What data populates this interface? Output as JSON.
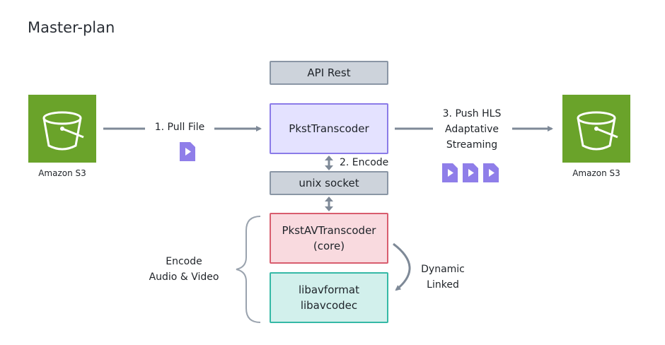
{
  "title": "Master-plan",
  "nodes": {
    "api_rest": "API Rest",
    "pkst_transcoder": "PkstTranscoder",
    "unix_socket": "unix socket",
    "pkst_av_transcoder": "PkstAVTranscoder\n(core)",
    "libav": "libavformat\nlibavcodec"
  },
  "s3_left_label": "Amazon S3",
  "s3_right_label": "Amazon S3",
  "labels": {
    "pull_file": "1.  Pull File",
    "encode": "2.  Encode",
    "push_hls": "3.  Push HLS\nAdaptative\nStreaming",
    "encode_av": "Encode\nAudio & Video",
    "dynamic_linked": "Dynamic\nLinked"
  },
  "icons": {
    "bucket": "s3-bucket-icon",
    "file": "video-file-icon"
  },
  "colors": {
    "s3_green": "#6aa32a",
    "file_purple": "#8f7ee9",
    "arrow_grey": "#7e8997"
  }
}
